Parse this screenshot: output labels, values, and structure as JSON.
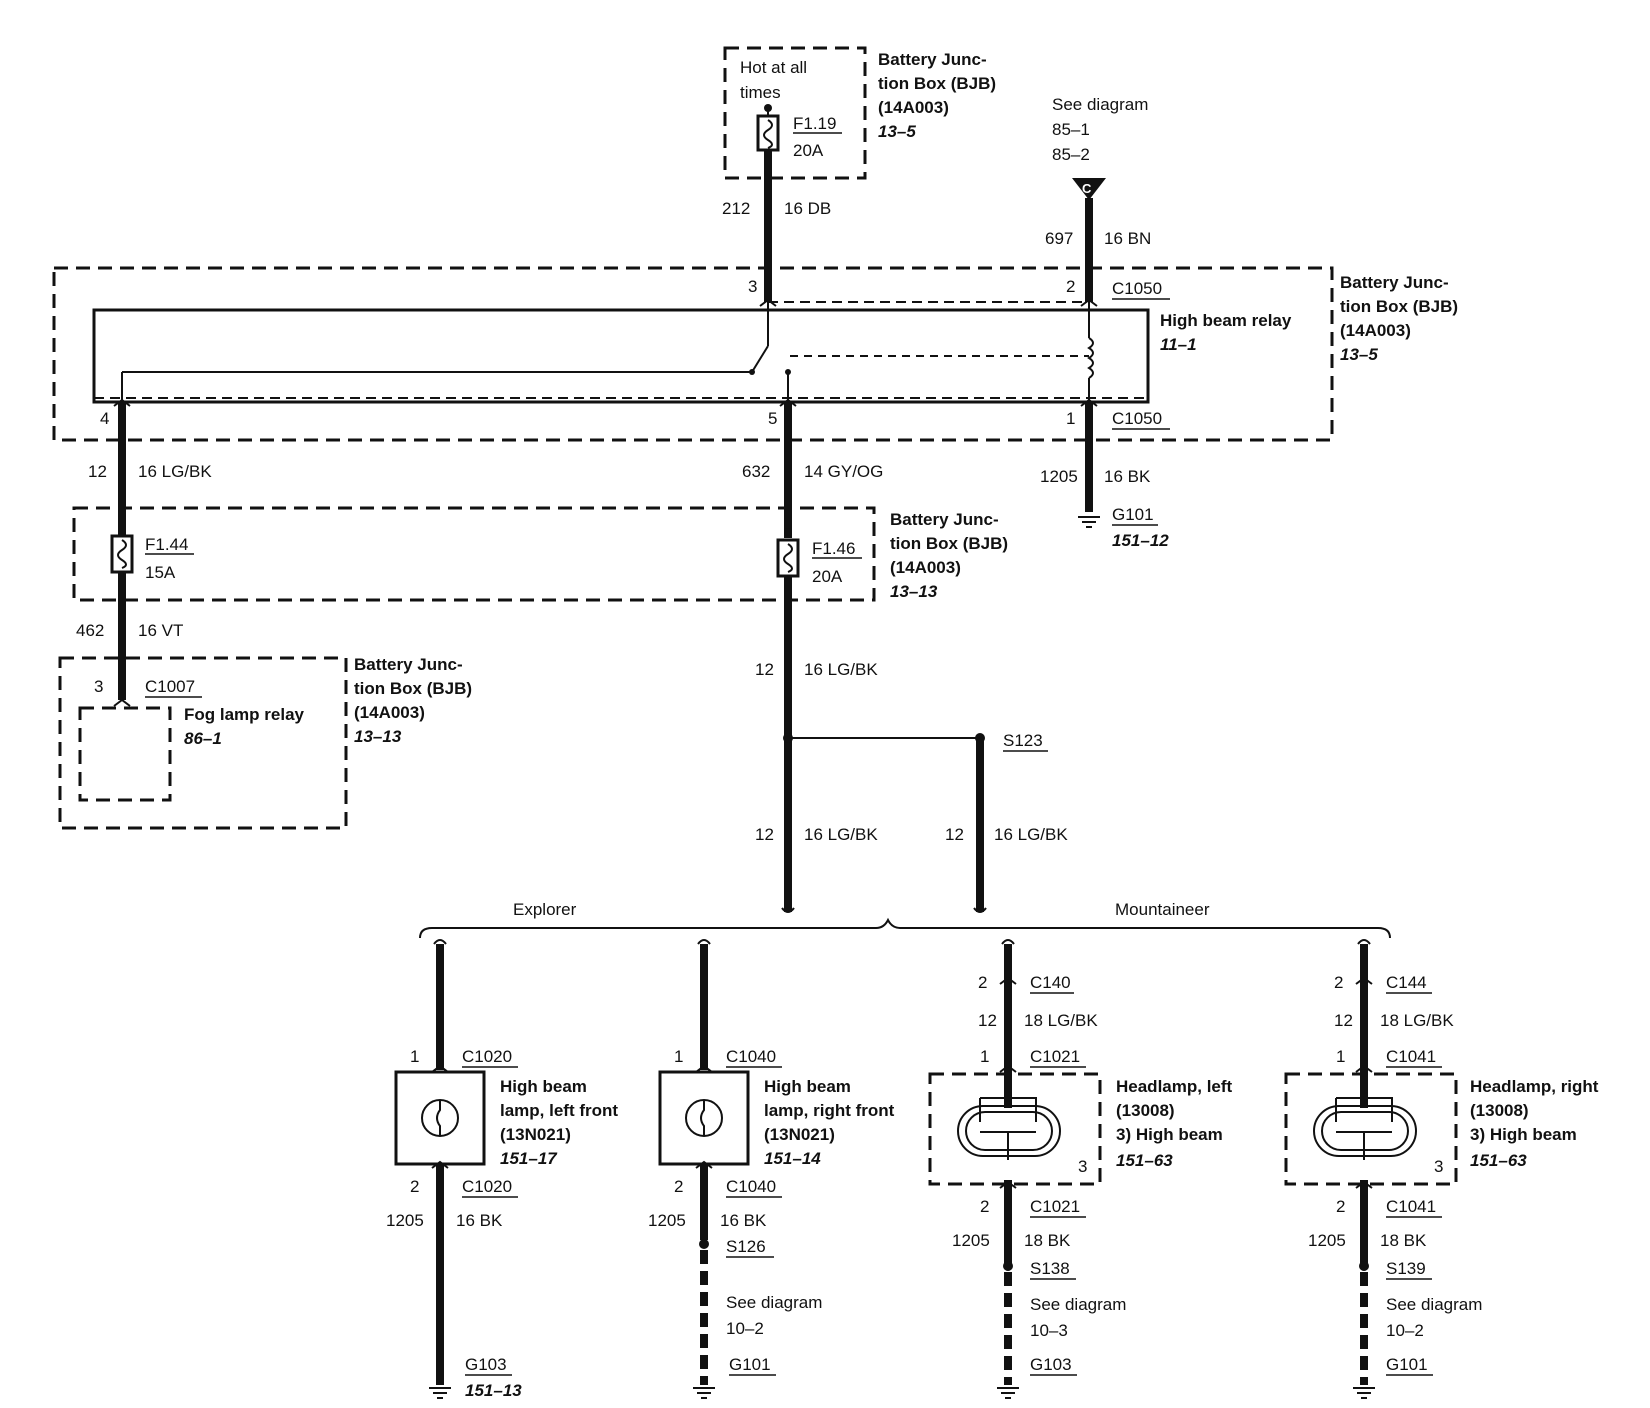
{
  "fuse_top": {
    "hot": [
      "Hot at all",
      "times"
    ],
    "fuse": "F1.19",
    "amps": "20A",
    "box": [
      "Battery Junc-",
      "tion Box (BJB)",
      "(14A003)"
    ],
    "ref": "13–5",
    "circuit": "212",
    "wire": "16 DB"
  },
  "see_top": {
    "text": [
      "See diagram",
      "85–1",
      "85–2"
    ],
    "symbol": "C",
    "circuit": "697",
    "wire": "16 BN"
  },
  "relay_box": {
    "pin3": "3",
    "pin2": "2",
    "conn_top": "C1050",
    "relay": "High beam relay",
    "relay_ref": "11–1",
    "box": [
      "Battery Junc-",
      "tion Box (BJB)",
      "(14A003)"
    ],
    "ref": "13–5",
    "pin4": "4",
    "pin5": "5",
    "pin1": "1",
    "conn_bot": "C1050"
  },
  "left_branch": {
    "circuit1": "12",
    "wire1": "16 LG/BK",
    "fuse": "F1.44",
    "amps": "15A",
    "circuit2": "462",
    "wire2": "16 VT",
    "pin": "3",
    "conn": "C1007",
    "relay": "Fog lamp relay",
    "relay_ref": "86–1",
    "box": [
      "Battery Junc-",
      "tion Box (BJB)",
      "(14A003)"
    ],
    "ref": "13–13"
  },
  "mid_branch": {
    "circuit1": "632",
    "wire1": "14 GY/OG",
    "fuse": "F1.46",
    "amps": "20A",
    "box": [
      "Battery Junc-",
      "tion Box (BJB)",
      "(14A003)"
    ],
    "ref": "13–13",
    "circuit2": "12",
    "wire2": "16 LG/BK",
    "splice": "S123",
    "circuit3": "12",
    "wire3": "16 LG/BK",
    "circuit4": "12",
    "wire4": "16 LG/BK"
  },
  "ground_top": {
    "circuit": "1205",
    "wire": "16 BK",
    "ground": "G101",
    "ref": "151–12"
  },
  "brackets": {
    "left": "Explorer",
    "right": "Mountaineer"
  },
  "lamps": [
    {
      "pin_top": "1",
      "conn_top": "C1020",
      "name": [
        "High beam",
        "lamp, left front",
        "(13N021)"
      ],
      "ref": "151–17",
      "pin_bot": "2",
      "conn_bot": "C1020",
      "circuit": "1205",
      "wire": "16 BK",
      "ground": "G103",
      "ground_ref": "151–13"
    },
    {
      "pin_top": "1",
      "conn_top": "C1040",
      "name": [
        "High beam",
        "lamp, right front",
        "(13N021)"
      ],
      "ref": "151–14",
      "pin_bot": "2",
      "conn_bot": "C1040",
      "circuit": "1205",
      "wire": "16 BK",
      "splice": "S126",
      "see": [
        "See diagram",
        "10–2"
      ],
      "ground": "G101"
    },
    {
      "pin_pre": "2",
      "conn_pre": "C140",
      "circuit_pre": "12",
      "wire_pre": "18 LG/BK",
      "pin_top": "1",
      "conn_top": "C1021",
      "name": [
        "Headlamp, left",
        "(13008)",
        "3)    High beam"
      ],
      "ref": "151–63",
      "inner_pin": "3",
      "pin_bot": "2",
      "conn_bot": "C1021",
      "circuit": "1205",
      "wire": "18 BK",
      "splice": "S138",
      "see": [
        "See diagram",
        "10–3"
      ],
      "ground": "G103"
    },
    {
      "pin_pre": "2",
      "conn_pre": "C144",
      "circuit_pre": "12",
      "wire_pre": "18 LG/BK",
      "pin_top": "1",
      "conn_top": "C1041",
      "name": [
        "Headlamp, right",
        "(13008)",
        "3)    High beam"
      ],
      "ref": "151–63",
      "inner_pin": "3",
      "pin_bot": "2",
      "conn_bot": "C1041",
      "circuit": "1205",
      "wire": "18 BK",
      "splice": "S139",
      "see": [
        "See diagram",
        "10–2"
      ],
      "ground": "G101"
    }
  ]
}
